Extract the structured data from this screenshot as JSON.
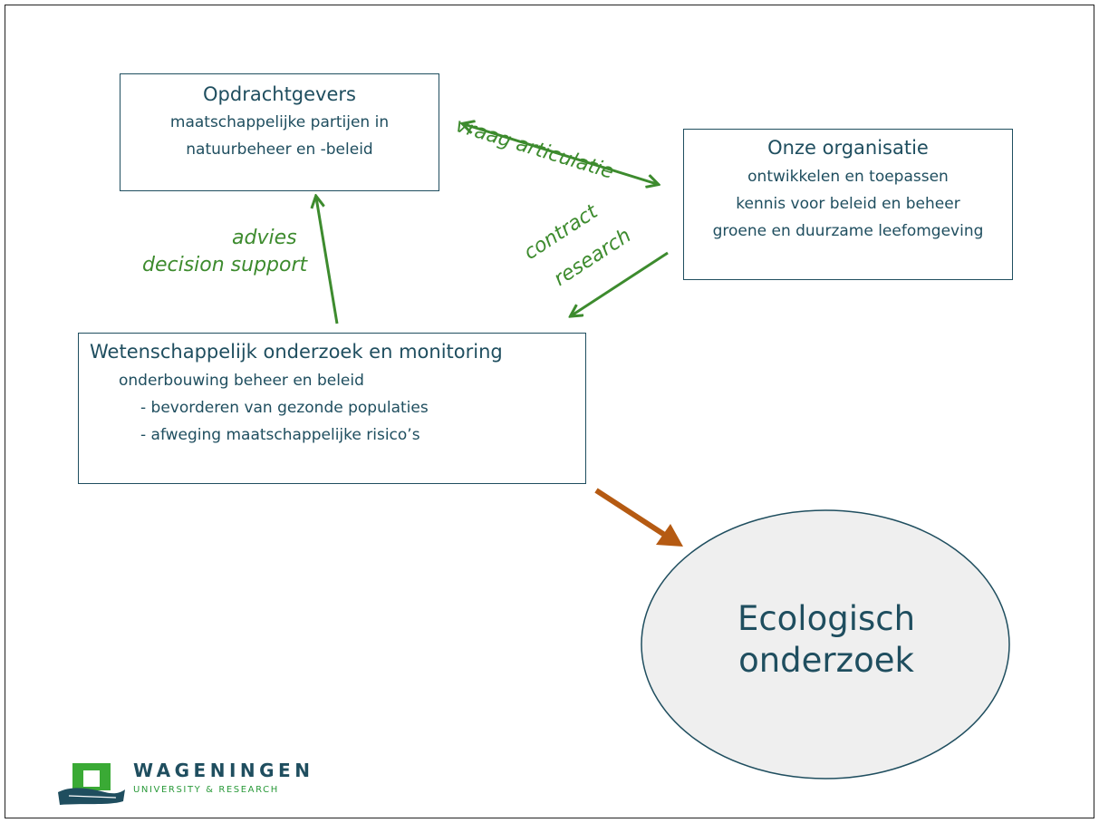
{
  "opdrachtgevers": {
    "title": "Opdrachtgevers",
    "line1": "maatschappelijke partijen in",
    "line2": "natuurbeheer en -beleid"
  },
  "onze_organisatie": {
    "title": "Onze organisatie",
    "line1": "ontwikkelen en toepassen",
    "line2": "kennis voor beleid en beheer",
    "line3": "groene en duurzame leefomgeving"
  },
  "wetenschappelijk": {
    "title": "Wetenschappelijk onderzoek en monitoring",
    "line1": "onderbouwing beheer en beleid",
    "bullet1": "- bevorderen van gezonde populaties",
    "bullet2": "- afweging maatschappelijke risico’s"
  },
  "arrow_labels": {
    "vraag": "vraag articulatie",
    "contract": "contract",
    "research": "research",
    "advies": "advies",
    "decision": "decision support"
  },
  "ellipse": {
    "line1": "Ecologisch",
    "line2": "onderzoek"
  },
  "logo": {
    "name": "WAGENINGEN",
    "subtitle": "UNIVERSITY & RESEARCH"
  },
  "colors": {
    "arrow_green": "#3d8b2e",
    "arrow_brown": "#b55a12",
    "text_dark": "#1f4e5f",
    "ellipse_fill": "#efefef"
  }
}
